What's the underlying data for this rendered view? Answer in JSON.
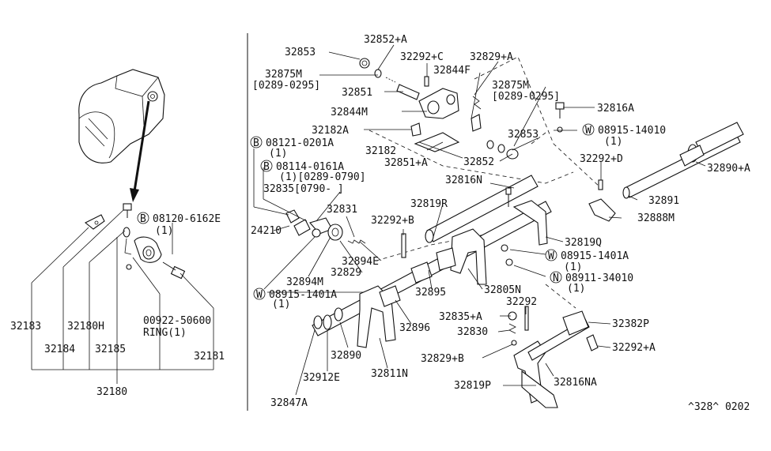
{
  "diagram": {
    "corner_code": "^328^ 0202",
    "left_panel": {
      "b_callout": "B",
      "b_part": "08120-6162E",
      "b_qty": "(1)",
      "labels": {
        "p32183": "32183",
        "p32184": "32184",
        "p32180H": "32180H",
        "p32185": "32185",
        "p00922": "00922-50600",
        "ring": "RING(1)",
        "p32181": "32181",
        "p32180": "32180"
      }
    },
    "main_panel": {
      "callouts": {
        "b": "B",
        "w": "W",
        "n": "N"
      },
      "labels": {
        "p32853a": "32853",
        "p32852A": "32852+A",
        "p32292C": "32292+C",
        "p32829A": "32829+A",
        "p32875M_a": "32875M",
        "date_a": "[0289-0295]",
        "p32844F": "32844F",
        "p32851": "32851",
        "p32875M_b": "32875M",
        "date_b": "[0289-0295]",
        "p32844M": "32844M",
        "p32816A": "32816A",
        "p32182A": "32182A",
        "w_08915_14010": "08915-14010",
        "qty_w1": "(1)",
        "p32853b": "32853",
        "b_08121": "08121-0201A",
        "qty_b1": "(1)",
        "p32182": "32182",
        "p32851A": "32851+A",
        "p32852": "32852",
        "b_08114": "08114-0161A",
        "qty_date_b2": "(1)[0289-0790]",
        "p32835_date": "32835[0790-     ]",
        "p32816N": "32816N",
        "p32292D": "32292+D",
        "p32890A": "32890+A",
        "p32819R": "32819R",
        "p32891": "32891",
        "p32831": "32831",
        "p32888M": "32888M",
        "p24210": "24210",
        "p32292B": "32292+B",
        "p32819Q": "32819Q",
        "p32894E": "32894E",
        "w_08915_1401A_a": "08915-1401A",
        "qty_w2": "(1)",
        "p32829": "32829",
        "n_08911": "08911-34010",
        "qty_n1": "(1)",
        "p32894M": "32894M",
        "p32805N": "32805N",
        "p32895": "32895",
        "w_08915_1401A_b": "08915-1401A",
        "qty_w3": "(1)",
        "p32292": "32292",
        "p32835A": "32835+A",
        "p32382P": "32382P",
        "p32896": "32896",
        "p32830": "32830",
        "p32292A": "32292+A",
        "p32890": "32890",
        "p32829B": "32829+B",
        "p32912E": "32912E",
        "p32811N": "32811N",
        "p32819P": "32819P",
        "p32816NA": "32816NA",
        "p32847A": "32847A"
      }
    }
  }
}
